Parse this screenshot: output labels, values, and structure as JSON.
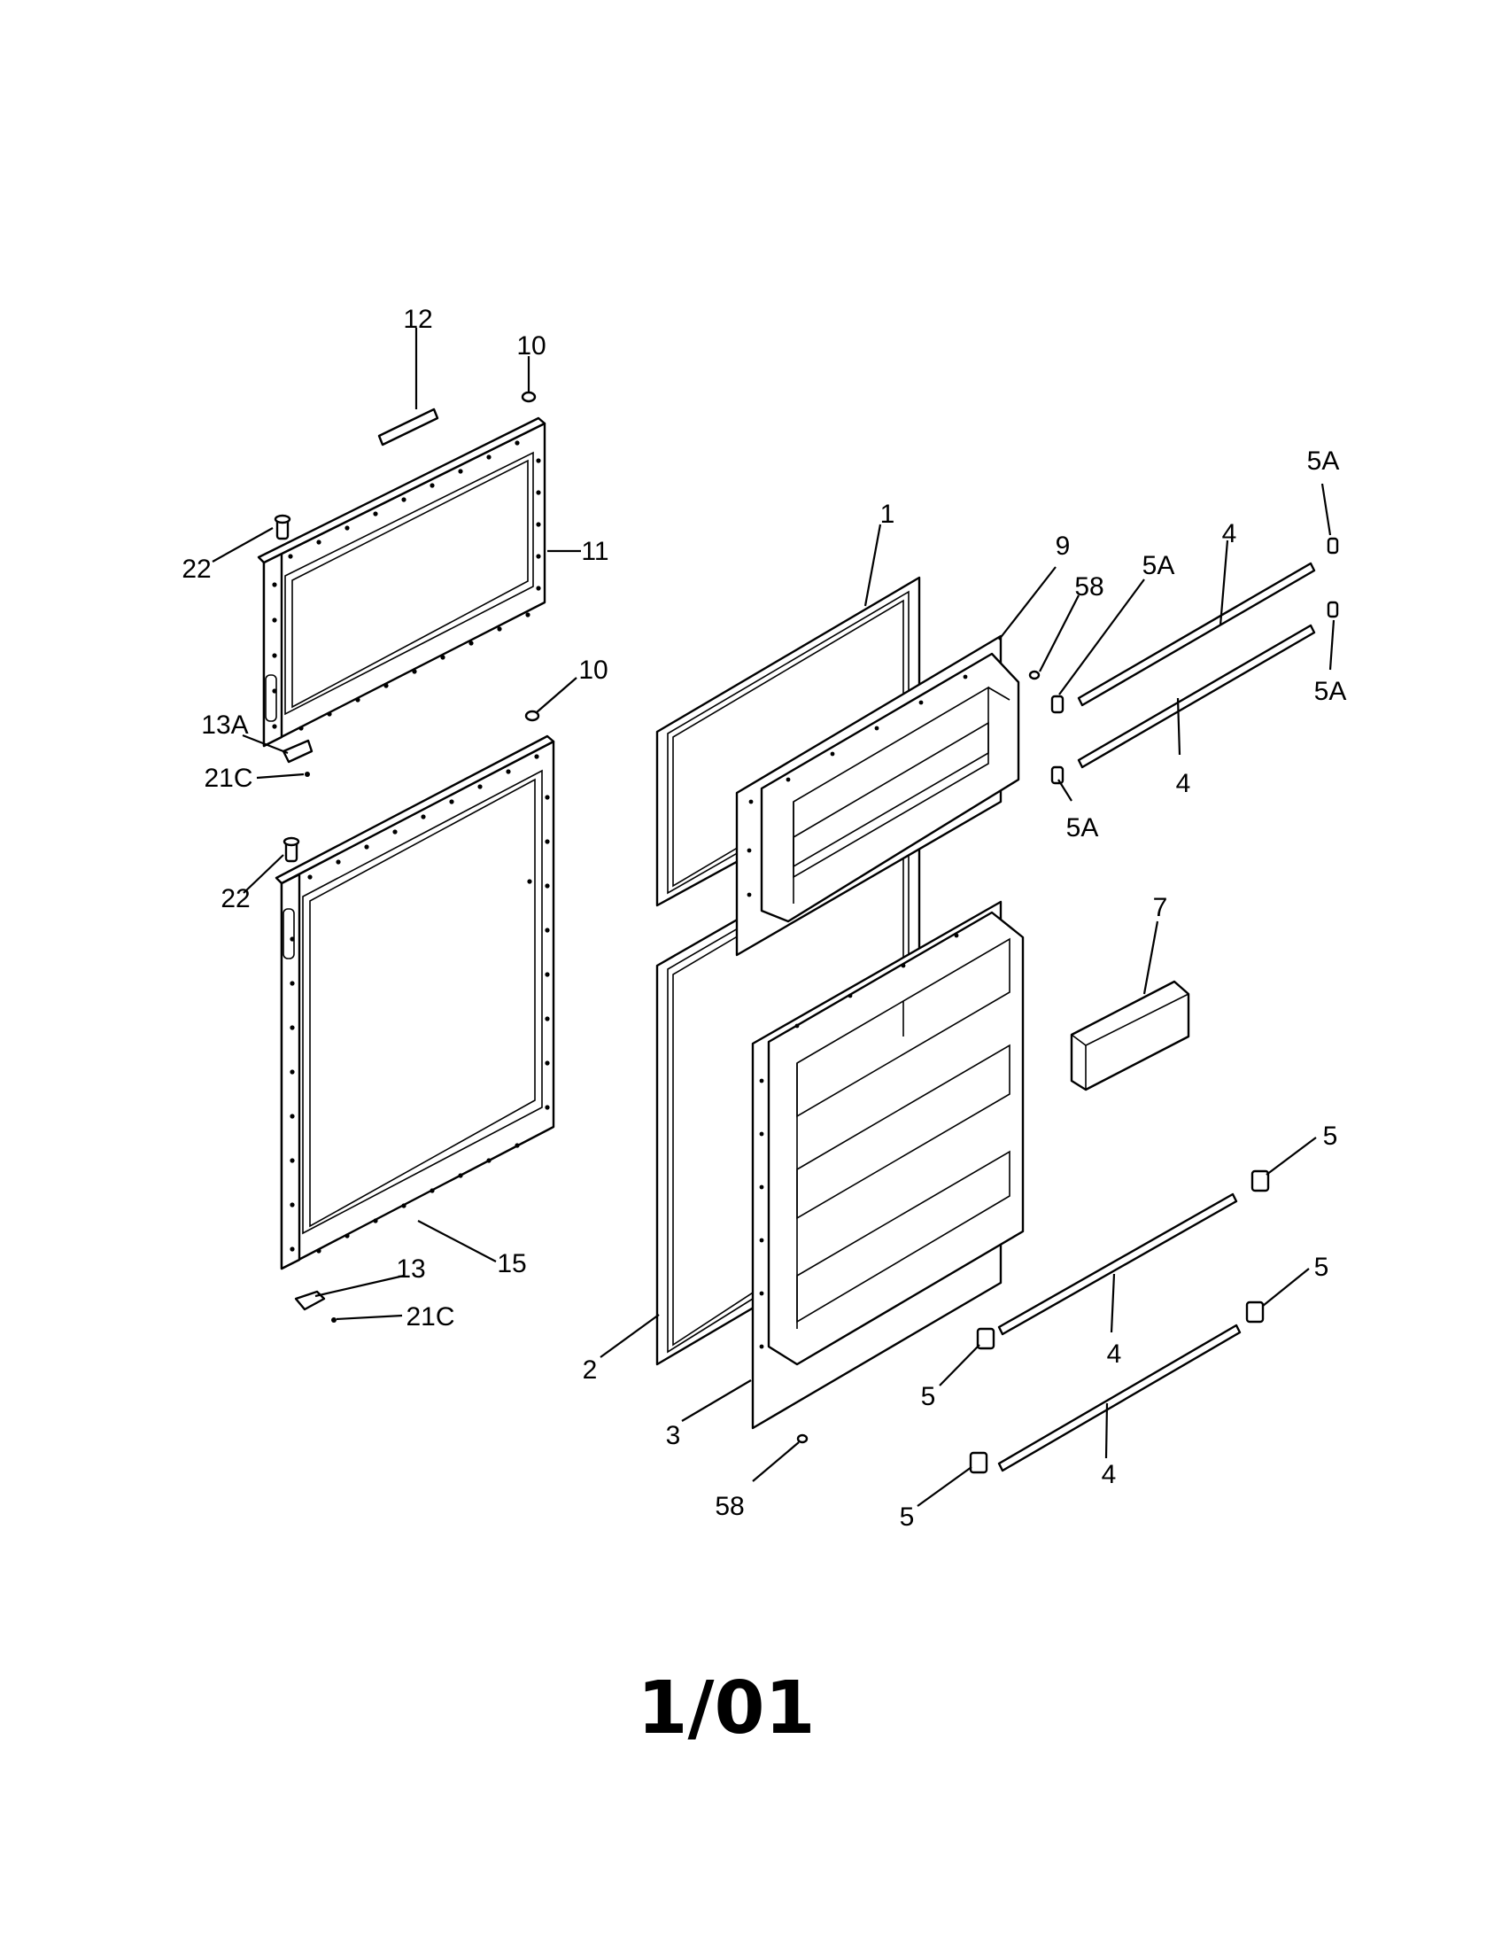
{
  "callouts": {
    "c12": "12",
    "c10_top": "10",
    "c22_top": "22",
    "c11": "11",
    "c13a": "13A",
    "c21c_top": "21C",
    "c10_mid": "10",
    "c22_mid": "22",
    "c15": "15",
    "c13": "13",
    "c21c_bot": "21C",
    "c1": "1",
    "c9": "9",
    "c58_top": "58",
    "c5a_a": "5A",
    "c4_a": "4",
    "c5a_b": "5A",
    "c5a_c": "5A",
    "c4_b": "4",
    "c5a_d": "5A",
    "c7": "7",
    "c5_a": "5",
    "c5_b": "5",
    "c4_c": "4",
    "c5_c": "5",
    "c4_d": "4",
    "c5_d": "5",
    "c2": "2",
    "c3": "3",
    "c58_bot": "58"
  },
  "footer": {
    "page_code": "1/01"
  },
  "icons": [
    "gasket",
    "door-panel",
    "door-liner",
    "shelf-bar",
    "shelf-end-cap",
    "hinge",
    "screw",
    "plug",
    "handle",
    "nameplate",
    "dairy-door"
  ]
}
